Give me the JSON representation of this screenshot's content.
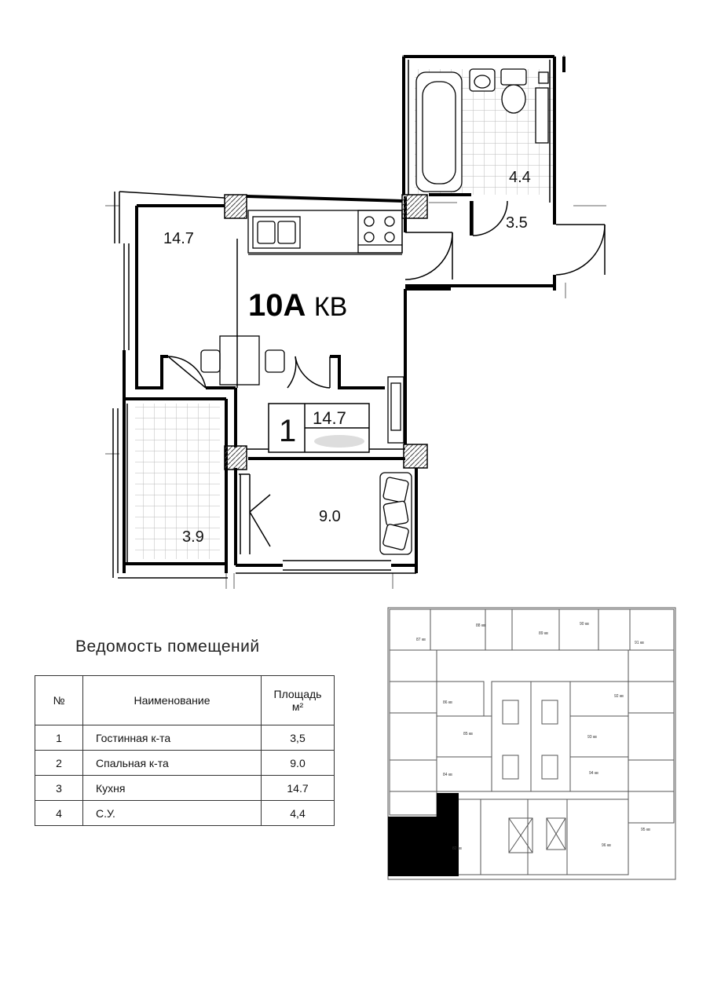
{
  "apartment": {
    "number": "10А",
    "suffix": "КВ"
  },
  "rooms": {
    "kitchen_area": "14.7",
    "bathroom_area": "4.4",
    "hall_area": "3.5",
    "bedroom_area": "9.0",
    "balcony_area": "3.9"
  },
  "tag": {
    "room_no": "1",
    "area": "14.7"
  },
  "schedule": {
    "title": "Ведомость помещений",
    "headers": {
      "no": "№",
      "name": "Наименование",
      "area_line1": "Площадь",
      "area_line2": "м²"
    },
    "rows": [
      {
        "no": "1",
        "name": "Гостинная к-та",
        "area": "3,5"
      },
      {
        "no": "2",
        "name": "Спальная к-та",
        "area": "9.0"
      },
      {
        "no": "3",
        "name": "Кухня",
        "area": "14.7"
      },
      {
        "no": "4",
        "name": "С.У.",
        "area": "4,4"
      }
    ]
  },
  "keyplan": {
    "labels": [
      "88 кв",
      "89 кв",
      "90 кв",
      "87 кв",
      "91 кв",
      "86 кв",
      "92 кв",
      "85 кв",
      "93 кв",
      "84 кв",
      "94 кв",
      "82 кв",
      "95 кв",
      "96 кв"
    ]
  }
}
